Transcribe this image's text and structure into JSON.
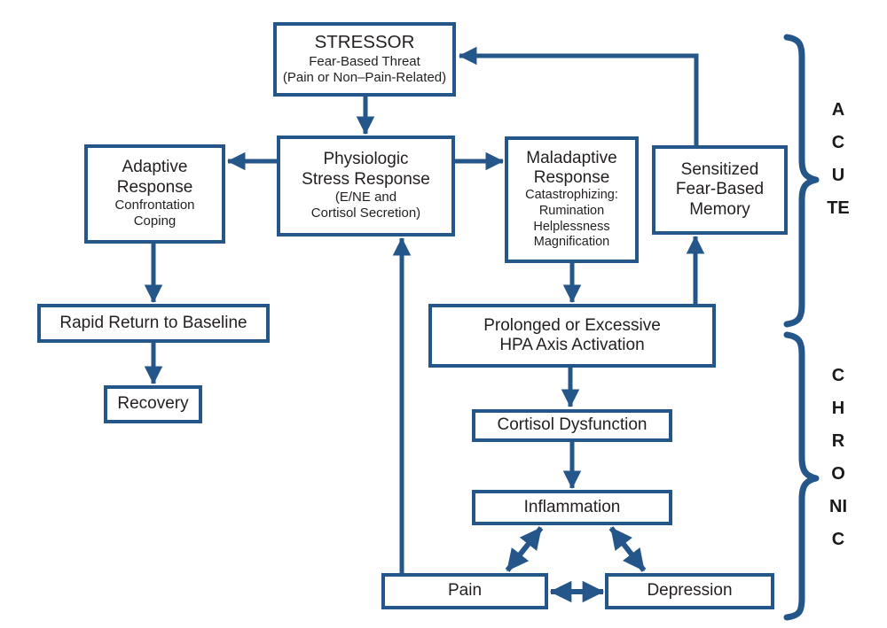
{
  "figure": {
    "type": "flowchart",
    "background": "#ffffff",
    "accent_blue": "#25568a",
    "text_color": "#231f20"
  },
  "boxes": {
    "stressor": {
      "title": [
        "STRESSOR"
      ],
      "sub": [
        "Fear-Based Threat",
        "(Pain or Non–Pain-Related)"
      ]
    },
    "adaptive": {
      "title": [
        "Adaptive",
        "Response"
      ],
      "sub": [
        "Confrontation",
        "Coping"
      ]
    },
    "physiologic": {
      "title": [
        "Physiologic",
        "Stress Response"
      ],
      "sub": [
        "(E/NE and",
        "Cortisol Secretion)"
      ]
    },
    "maladaptive": {
      "title": [
        "Maladaptive",
        "Response"
      ],
      "sub": [
        "Catastrophizing:",
        "Rumination",
        "Helplessness",
        "Magnification"
      ]
    },
    "sensitized": {
      "title": [
        "Sensitized",
        "Fear-Based",
        "Memory"
      ]
    },
    "rapid_return": {
      "title": [
        "Rapid Return to Baseline"
      ]
    },
    "recovery": {
      "title": [
        "Recovery"
      ]
    },
    "hpa": {
      "title": [
        "Prolonged or Excessive",
        "HPA Axis Activation"
      ]
    },
    "cortisol": {
      "title": [
        "Cortisol Dysfunction"
      ]
    },
    "inflammation": {
      "title": [
        "Inflammation"
      ]
    },
    "pain": {
      "title": [
        "Pain"
      ]
    },
    "depression": {
      "title": [
        "Depression"
      ]
    }
  },
  "side_labels": {
    "acute": "ACUTE",
    "chronic": "CHRONIC"
  },
  "edges": [
    {
      "from": "Stressor",
      "to": "Physiologic Stress Response",
      "style": "single"
    },
    {
      "from": "Physiologic Stress Response",
      "to": "Adaptive Response",
      "style": "single"
    },
    {
      "from": "Physiologic Stress Response",
      "to": "Maladaptive Response",
      "style": "single"
    },
    {
      "from": "Adaptive Response",
      "to": "Rapid Return to Baseline",
      "style": "single"
    },
    {
      "from": "Rapid Return to Baseline",
      "to": "Recovery",
      "style": "single"
    },
    {
      "from": "Maladaptive Response",
      "to": "Prolonged or Excessive HPA Axis Activation",
      "style": "single"
    },
    {
      "from": "Prolonged or Excessive HPA Axis Activation",
      "to": "Sensitized Fear-Based Memory",
      "style": "single"
    },
    {
      "from": "Sensitized Fear-Based Memory",
      "to": "Stressor",
      "style": "single"
    },
    {
      "from": "Prolonged or Excessive HPA Axis Activation",
      "to": "Cortisol Dysfunction",
      "style": "single"
    },
    {
      "from": "Cortisol Dysfunction",
      "to": "Inflammation",
      "style": "single"
    },
    {
      "from": "Inflammation",
      "to": "Pain",
      "style": "double"
    },
    {
      "from": "Inflammation",
      "to": "Depression",
      "style": "double"
    },
    {
      "from": "Pain",
      "to": "Depression",
      "style": "double"
    },
    {
      "from": "Pain",
      "to": "Physiologic Stress Response",
      "style": "single"
    }
  ]
}
